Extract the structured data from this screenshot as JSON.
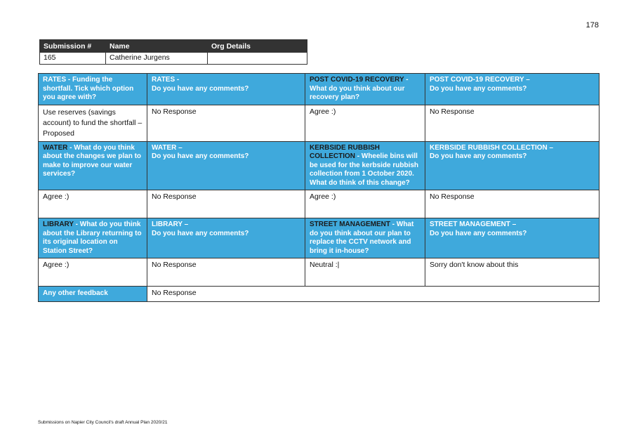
{
  "page_number": "178",
  "submission": {
    "headers": [
      "Submission #",
      "Name",
      "Org Details"
    ],
    "number": "165",
    "name": "Catherine Jurgens",
    "org": ""
  },
  "rows": {
    "rates": {
      "q1_key": "RATES",
      "q1_text": " - Funding the shortfall. Tick which option you agree with?",
      "q2_line1": "RATES -",
      "q2_line2": "Do you have any comments?",
      "a1": "Use reserves (savings account) to fund the shortfall – Proposed",
      "a2": "No Response"
    },
    "covid": {
      "q1_key": "POST COVID-19 RECOVERY",
      "q1_text": " - What do you think about our recovery plan?",
      "q2_line1": "POST COVID-19 RECOVERY –",
      "q2_line2": "Do you have any comments?",
      "a1": "Agree :)",
      "a2": "No Response"
    },
    "water": {
      "q1_key": "WATER",
      "q1_text": " - What do you think about the changes we plan to make to improve our water services?",
      "q2_line1": "WATER –",
      "q2_line2": "Do you have any comments?",
      "a1": "Agree :)",
      "a2": "No Response"
    },
    "kerbside": {
      "q1_key": "KERBSIDE RUBBISH COLLECTION",
      "q1_text": " - Wheelie bins will be used for the kerbside rubbish collection from 1 October 2020. What do think of this change?",
      "q2_line1": "KERBSIDE RUBBISH COLLECTION –",
      "q2_line2": "Do you have any comments?",
      "a1": "Agree :)",
      "a2": "No Response"
    },
    "library": {
      "q1_key": "LIBRARY",
      "q1_text": " - What do you think about the Library returning to its original location on Station Street?",
      "q2_line1": "LIBRARY –",
      "q2_line2": "Do you have any comments?",
      "a1": "Agree :)",
      "a2": "No Response"
    },
    "street": {
      "q1_key": "STREET MANAGEMENT",
      "q1_text": " - What do you think about our plan to replace the CCTV network and bring it in-house?",
      "q2_line1": "STREET MANAGEMENT –",
      "q2_line2": "Do you have any comments?",
      "a1": "Neutral :|",
      "a2": "Sorry don't know about this"
    },
    "other": {
      "label": "Any other feedback",
      "value": "No Response"
    }
  },
  "footer": "Submissions on Napier City Council's draft Annual Plan 2020/21",
  "colors": {
    "header_blue": "#3fa9dc",
    "dark_header": "#333333"
  }
}
